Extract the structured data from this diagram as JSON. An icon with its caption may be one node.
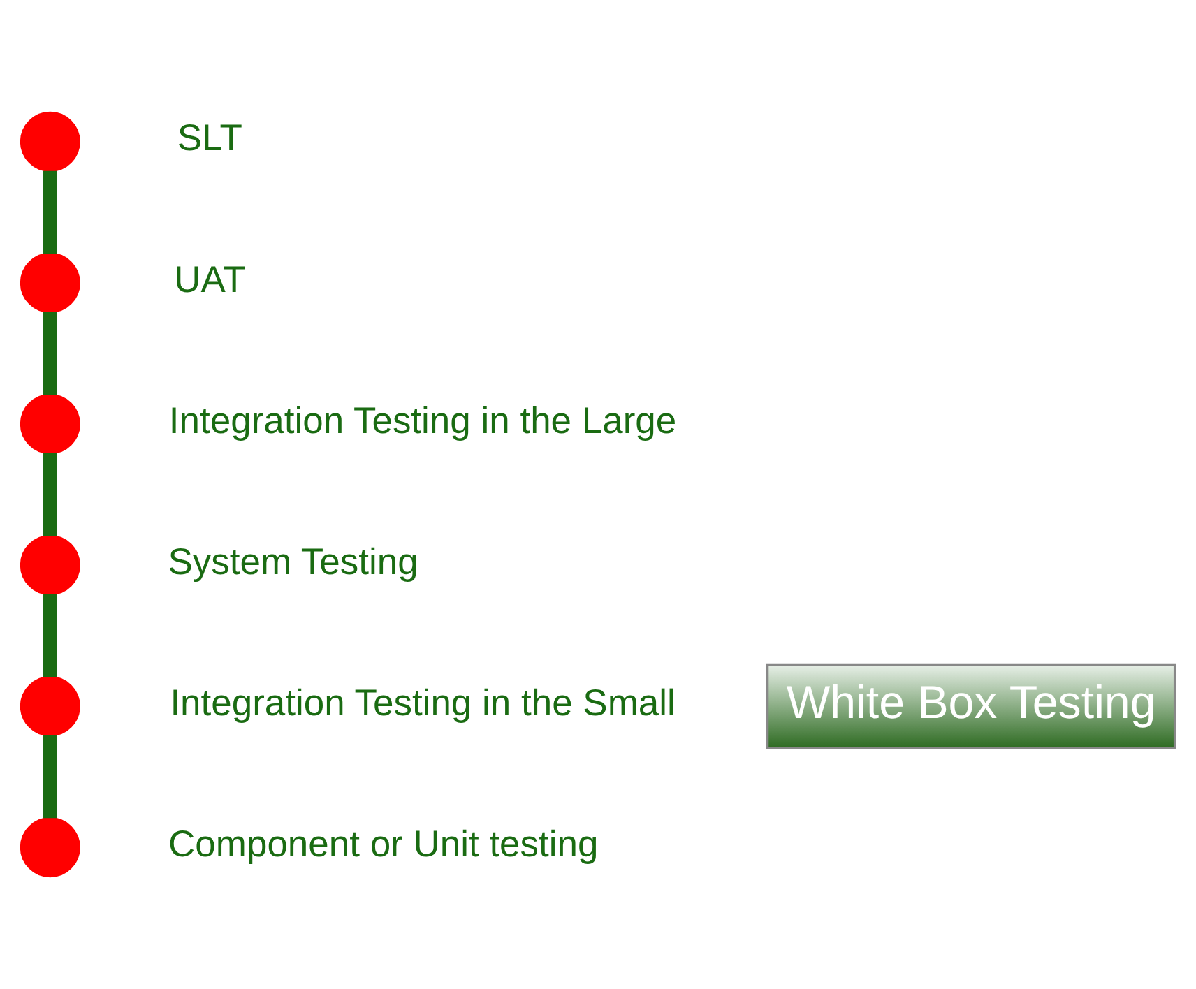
{
  "diagram": {
    "nodes": [
      {
        "text": [],
        "shape": "circle",
        "beside": [
          "SLT"
        ]
      },
      {
        "text": [],
        "shape": "circle",
        "beside": [
          "UAT"
        ]
      },
      {
        "text": [],
        "shape": "circle",
        "beside": [
          "Integration Testing in the Large"
        ]
      },
      {
        "text": [],
        "shape": "circle",
        "beside": [
          "System Testing"
        ]
      },
      {
        "text": [],
        "shape": "circle",
        "beside": [
          "Integration Testing in the Small"
        ]
      },
      {
        "text": [],
        "shape": "circle",
        "beside": [
          "Component or Unit testing"
        ]
      }
    ],
    "edges": [
      {
        "from": 5,
        "to": 4,
        "arrow": "none"
      },
      {
        "from": 4,
        "to": 3,
        "arrow": "none"
      },
      {
        "from": 3,
        "to": 2,
        "arrow": "none"
      },
      {
        "from": 2,
        "to": 1,
        "arrow": "none"
      },
      {
        "from": 1,
        "to": 0,
        "arrow": "none"
      }
    ],
    "labels": [
      "White Box Testing"
    ]
  }
}
